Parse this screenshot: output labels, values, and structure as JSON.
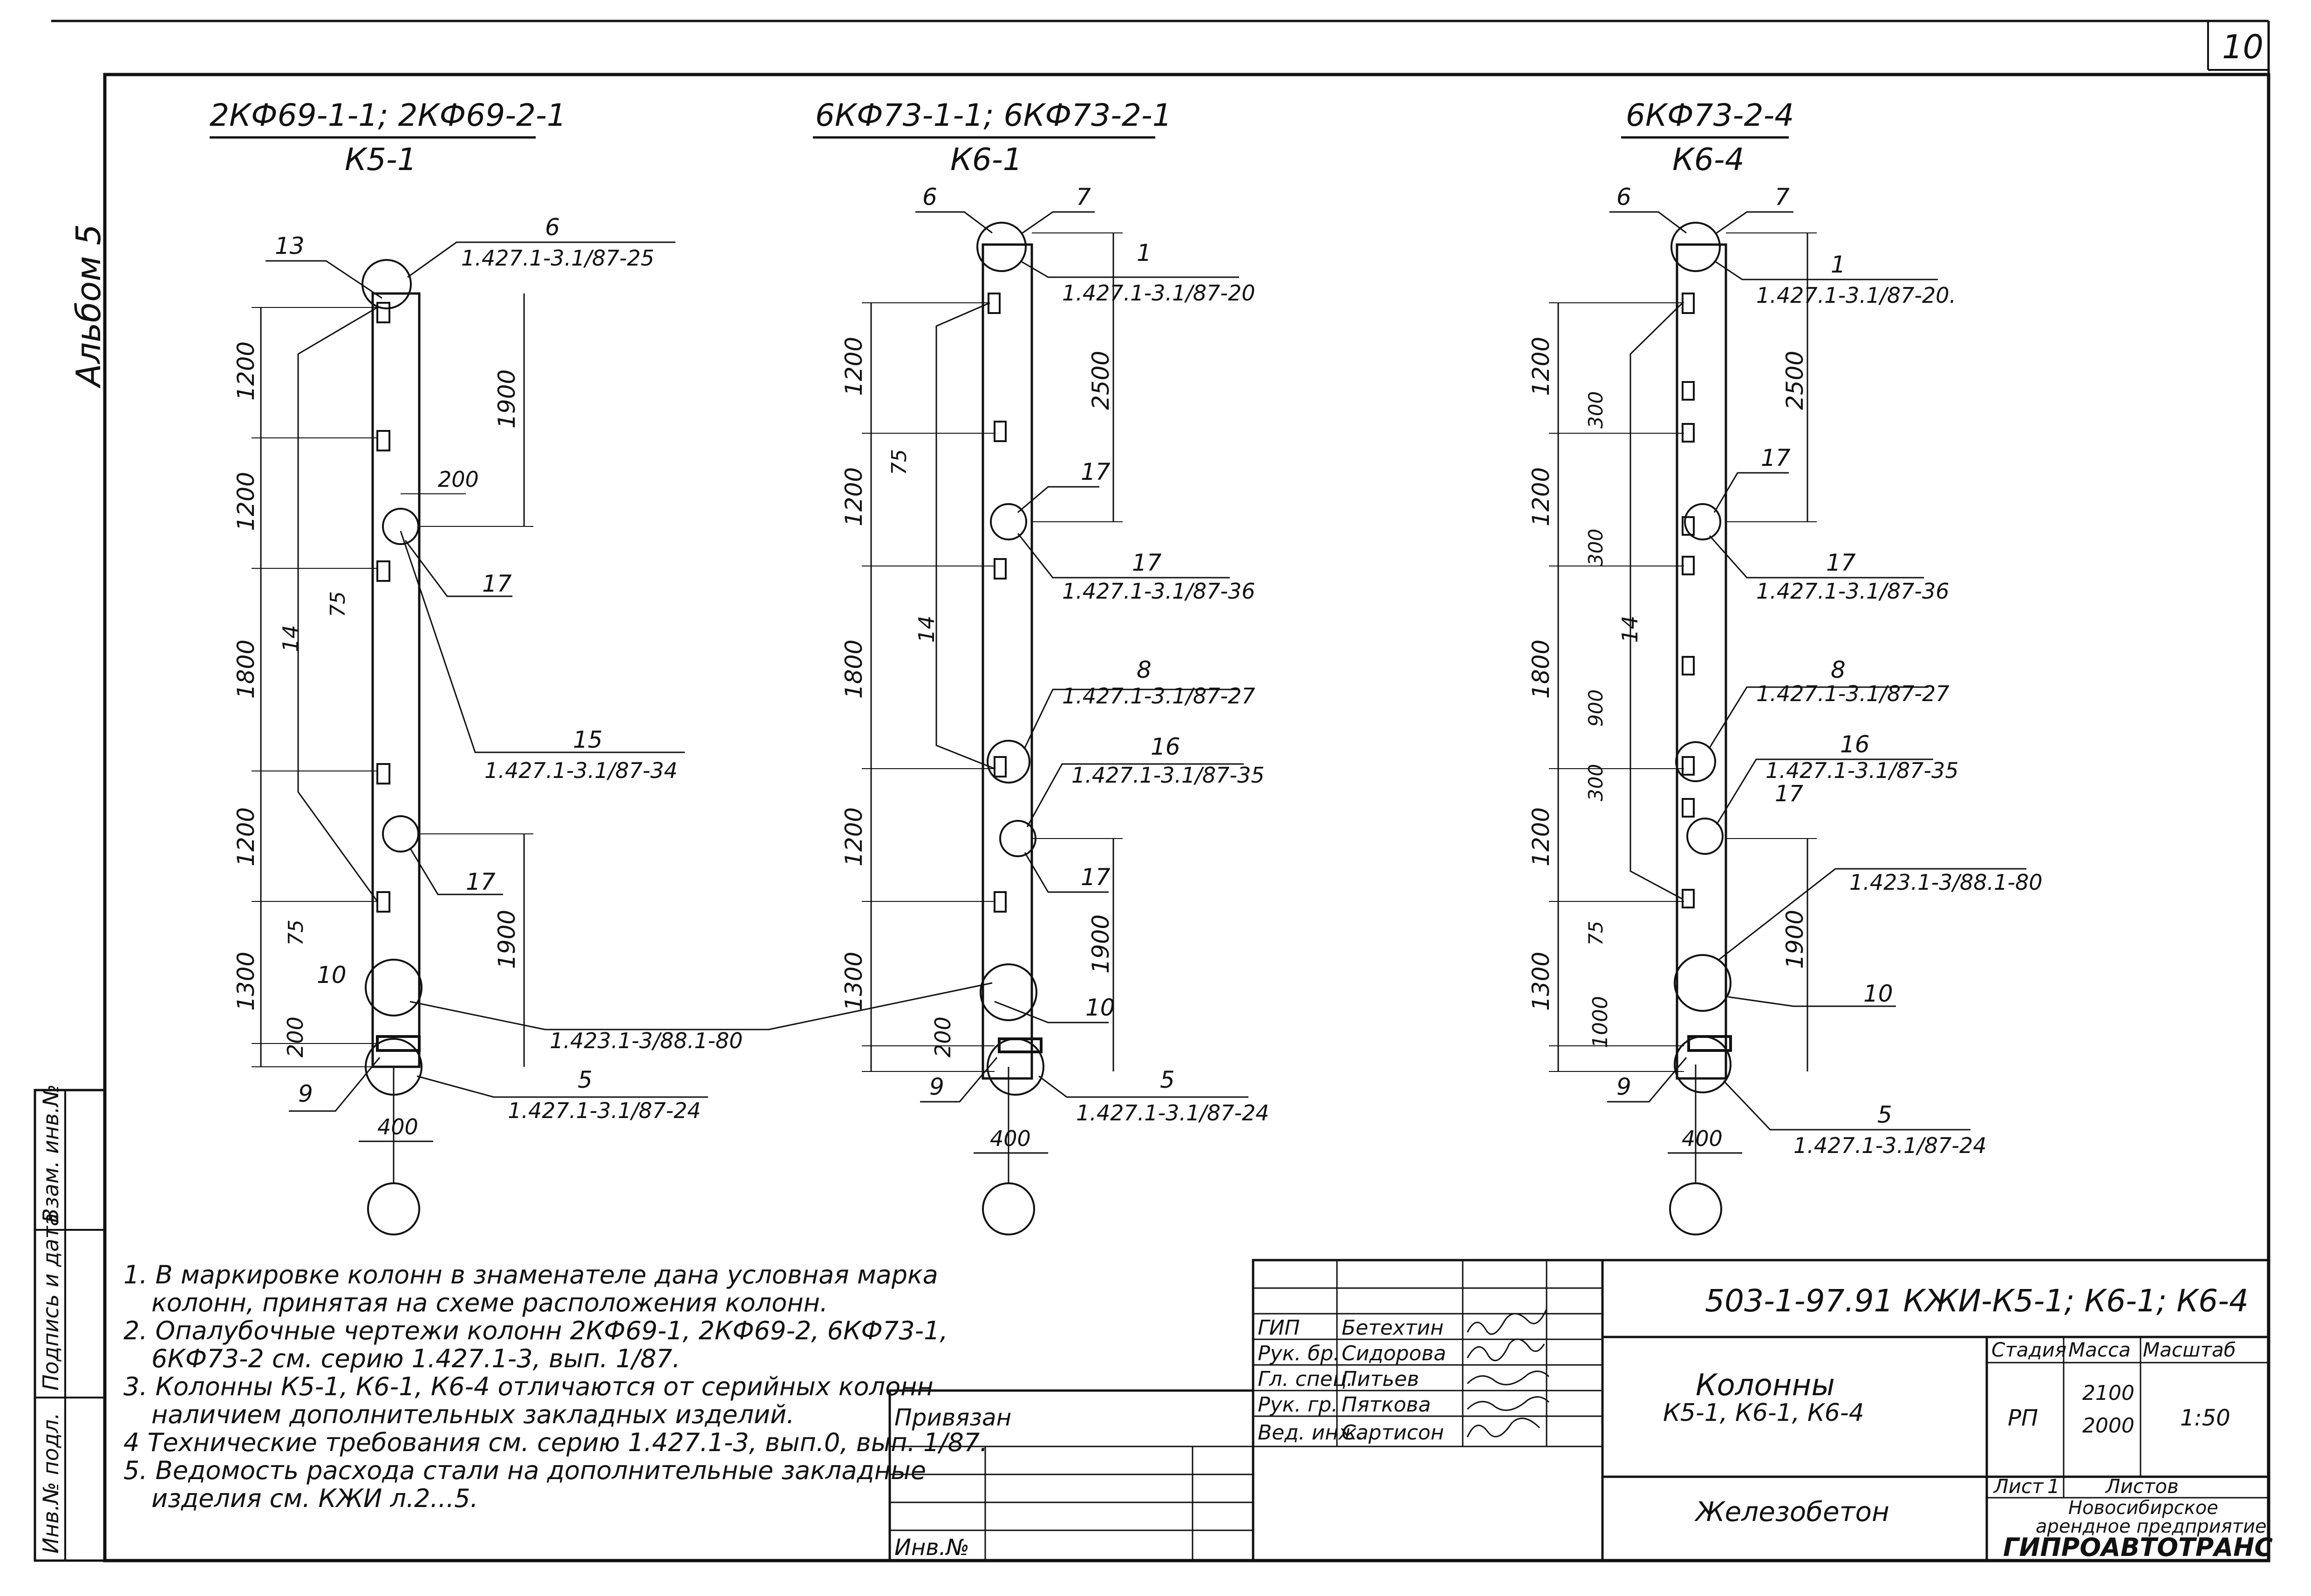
{
  "sheet": {
    "number": "10",
    "album_label": "Альбом 5"
  },
  "columns": [
    {
      "id": "k5-1",
      "header_top": "2КФ69-1-1; 2КФ69-2-1",
      "header_bottom": "К5-1",
      "dims_left": [
        "1200",
        "1200",
        "1800",
        "1200",
        "1300",
        "200"
      ],
      "dims_small": [
        "75",
        "75",
        "14"
      ],
      "dims_right": [
        "1900",
        "1900"
      ],
      "dim_200": "200",
      "dim_width": "400",
      "callouts": [
        {
          "num": "13",
          "ref": ""
        },
        {
          "num": "6",
          "ref": "1.427.1-3.1/87-25"
        },
        {
          "num": "17",
          "ref": ""
        },
        {
          "num": "15",
          "ref": "1.427.1-3.1/87-34"
        },
        {
          "num": "17",
          "ref": ""
        },
        {
          "num": "10",
          "ref": ""
        },
        {
          "num": "5",
          "ref": "1.427.1-3.1/87-24"
        },
        {
          "num": "9",
          "ref": ""
        }
      ],
      "shared_ref": "1.423.1-3/88.1-80"
    },
    {
      "id": "k6-1",
      "header_top": "6КФ73-1-1; 6КФ73-2-1",
      "header_bottom": "К6-1",
      "dims_left": [
        "1200",
        "1200",
        "1800",
        "1200",
        "1300",
        "200"
      ],
      "dims_small": [
        "75",
        "14"
      ],
      "dims_right": [
        "2500",
        "1900"
      ],
      "dim_width": "400",
      "callouts": [
        {
          "num": "6",
          "ref": ""
        },
        {
          "num": "7",
          "ref": ""
        },
        {
          "num": "1",
          "ref": "1.427.1-3.1/87-20"
        },
        {
          "num": "17",
          "ref": ""
        },
        {
          "num": "17",
          "ref": "1.427.1-3.1/87-36"
        },
        {
          "num": "8",
          "ref": "1.427.1-3.1/87-27"
        },
        {
          "num": "16",
          "ref": "1.427.1-3.1/87-35"
        },
        {
          "num": "17",
          "ref": ""
        },
        {
          "num": "10",
          "ref": ""
        },
        {
          "num": "5",
          "ref": "1.427.1-3.1/87-24"
        },
        {
          "num": "9",
          "ref": ""
        }
      ]
    },
    {
      "id": "k6-4",
      "header_top": "6КФ73-2-4",
      "header_bottom": "К6-4",
      "dims_left": [
        "1200",
        "1200",
        "1800",
        "1200",
        "1300",
        "1000"
      ],
      "dims_small": [
        "300",
        "300",
        "900",
        "300",
        "75",
        "14"
      ],
      "dims_right": [
        "2500",
        "1900"
      ],
      "dim_width": "400",
      "callouts": [
        {
          "num": "6",
          "ref": ""
        },
        {
          "num": "7",
          "ref": ""
        },
        {
          "num": "1",
          "ref": "1.427.1-3.1/87-20."
        },
        {
          "num": "17",
          "ref": ""
        },
        {
          "num": "17",
          "ref": "1.427.1-3.1/87-36"
        },
        {
          "num": "8",
          "ref": "1.427.1-3.1/87-27"
        },
        {
          "num": "16",
          "ref": "1.427.1-3.1/87-35"
        },
        {
          "num": "17",
          "ref": ""
        },
        {
          "num": "",
          "ref": "1.423.1-3/88.1-80"
        },
        {
          "num": "10",
          "ref": ""
        },
        {
          "num": "5",
          "ref": "1.427.1-3.1/87-24"
        },
        {
          "num": "9",
          "ref": ""
        }
      ]
    }
  ],
  "notes": [
    "1. В маркировке колонн в знаменателе дана условная марка",
    "колонн, принятая на схеме расположения колонн.",
    "2. Опалубочные чертежи колонн 2КФ69-1, 2КФ69-2, 6КФ73-1,",
    "6КФ73-2 см. серию 1.427.1-3, вып. 1/87.",
    "3. Колонны К5-1, К6-1, К6-4 отличаются от серийных колонн",
    "наличием дополнительных закладных изделий.",
    "4 Технические требования см. серию 1.427.1-3, вып.0, вып. 1/87.",
    "5. Ведомость расхода стали на дополнительные закладные",
    "изделия см. КЖИ л.2...5."
  ],
  "left_margin_stamp": {
    "cells": [
      "Взам. инв.№",
      "Подпись и дата",
      "Инв.№ подл."
    ]
  },
  "title_block": {
    "doc_code": "503-1-97.91  КЖИ-К5-1; К6-1; К6-4",
    "title_line1": "Колонны",
    "title_line2": "К5-1, К6-1, К6-4",
    "material": "Железобетон",
    "stage_label": "Стадия",
    "mass_label": "Масса",
    "scale_label": "Масштаб",
    "stage_value": "РП",
    "mass_value1": "2100",
    "mass_value2": "2000",
    "scale_value": "1:50",
    "sheet_label": "Лист",
    "sheet_value": "1",
    "sheets_label": "Листов",
    "org_line1": "Новосибирское",
    "org_line2": "арендное предприятие",
    "org_line3": "ГИПРОАВТОТРАНС",
    "bound_label": "Привязан",
    "inv_label": "Инв.№",
    "staff": [
      {
        "role": "ГИП",
        "name": "Бетехтин"
      },
      {
        "role": "Рук. бр.",
        "name": "Сидорова"
      },
      {
        "role": "Гл. спец.",
        "name": "Питьев"
      },
      {
        "role": "Рук. гр.",
        "name": "Пяткова"
      },
      {
        "role": "Вед. инж.",
        "name": "Сартисон"
      }
    ]
  }
}
